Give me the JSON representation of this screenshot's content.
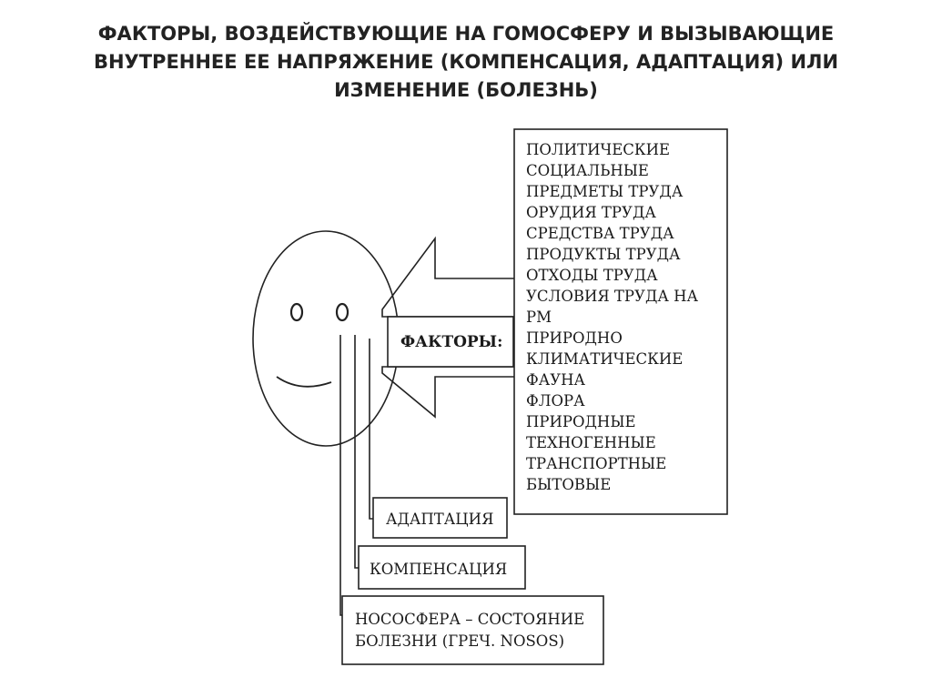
{
  "title": {
    "lines": [
      "ФАКТОРЫ, ВОЗДЕЙСТВУЮЩИЕ НА ГОМОСФЕРУ И ВЫЗЫВАЮЩИЕ",
      "ВНУТРЕННЕЕ ЕЕ НАПРЯЖЕНИЕ (КОМПЕНСАЦИЯ, АДАПТАЦИЯ) ИЛИ",
      "ИЗМЕНЕНИЕ (БОЛЕЗНЬ)"
    ]
  },
  "diagram": {
    "factors_label": "ФАКТОРЫ:",
    "factors_list": [
      "ПОЛИТИЧЕСКИЕ",
      "СОЦИАЛЬНЫЕ",
      "ПРЕДМЕТЫ ТРУДА",
      "ОРУДИЯ ТРУДА",
      "СРЕДСТВА ТРУДА",
      "ПРОДУКТЫ ТРУДА",
      "ОТХОДЫ ТРУДА",
      "УСЛОВИЯ ТРУДА НА",
      "РМ",
      "ПРИРОДНО",
      "КЛИМАТИЧЕСКИЕ",
      "ФАУНА",
      "ФЛОРА",
      "ПРИРОДНЫЕ",
      "ТЕХНОГЕННЫЕ",
      "ТРАНСПОРТНЫЕ",
      "БЫТОВЫЕ"
    ],
    "adaptation": "АДАПТАЦИЯ",
    "compensation": "КОМПЕНСАЦИЯ",
    "nososphere": [
      "НОСОСФЕРА – СОСТОЯНИЕ",
      "БОЛЕЗНИ (ГРЕЧ. NOSOS)"
    ]
  }
}
